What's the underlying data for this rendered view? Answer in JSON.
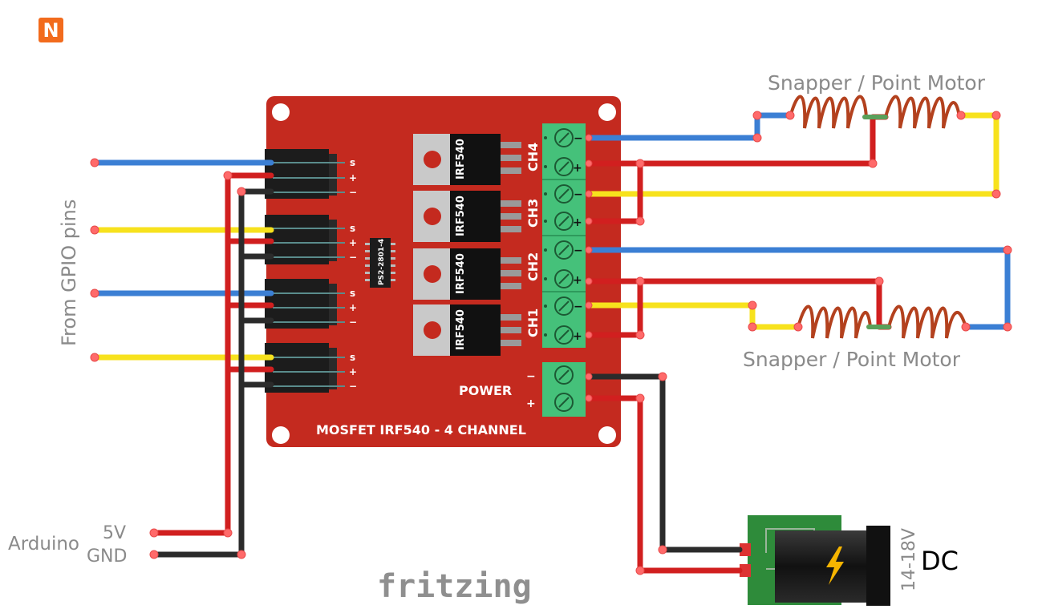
{
  "app_logo": {
    "letter": "N",
    "color": "#f26b1d"
  },
  "labels": {
    "motor_top": "Snapper / Point Motor",
    "motor_bottom": "Snapper / Point Motor",
    "gpio": "From GPIO pins",
    "arduino": "Arduino",
    "v5": "5V",
    "gnd": "GND",
    "dc_voltage": "14-18V",
    "dc": "DC",
    "brand": "fritzing"
  },
  "board": {
    "title": "MOSFET IRF540 - 4 CHANNEL",
    "power_label": "POWER",
    "optocoupler": "PS2-2801-4",
    "channels": [
      "CH4",
      "CH3",
      "CH2",
      "CH1"
    ],
    "mosfets": [
      "IRF540",
      "IRF540",
      "IRF540",
      "IRF540"
    ],
    "pin_labels": [
      "s",
      "+",
      "−"
    ],
    "terminal_signs": [
      "−",
      "+"
    ],
    "color": "#c42a1f"
  },
  "wire_colors": {
    "red": "#d11f1f",
    "black": "#2b2b2b",
    "blue": "#3b7fd4",
    "yellow": "#f7e21d",
    "coil": "#b3411e"
  }
}
